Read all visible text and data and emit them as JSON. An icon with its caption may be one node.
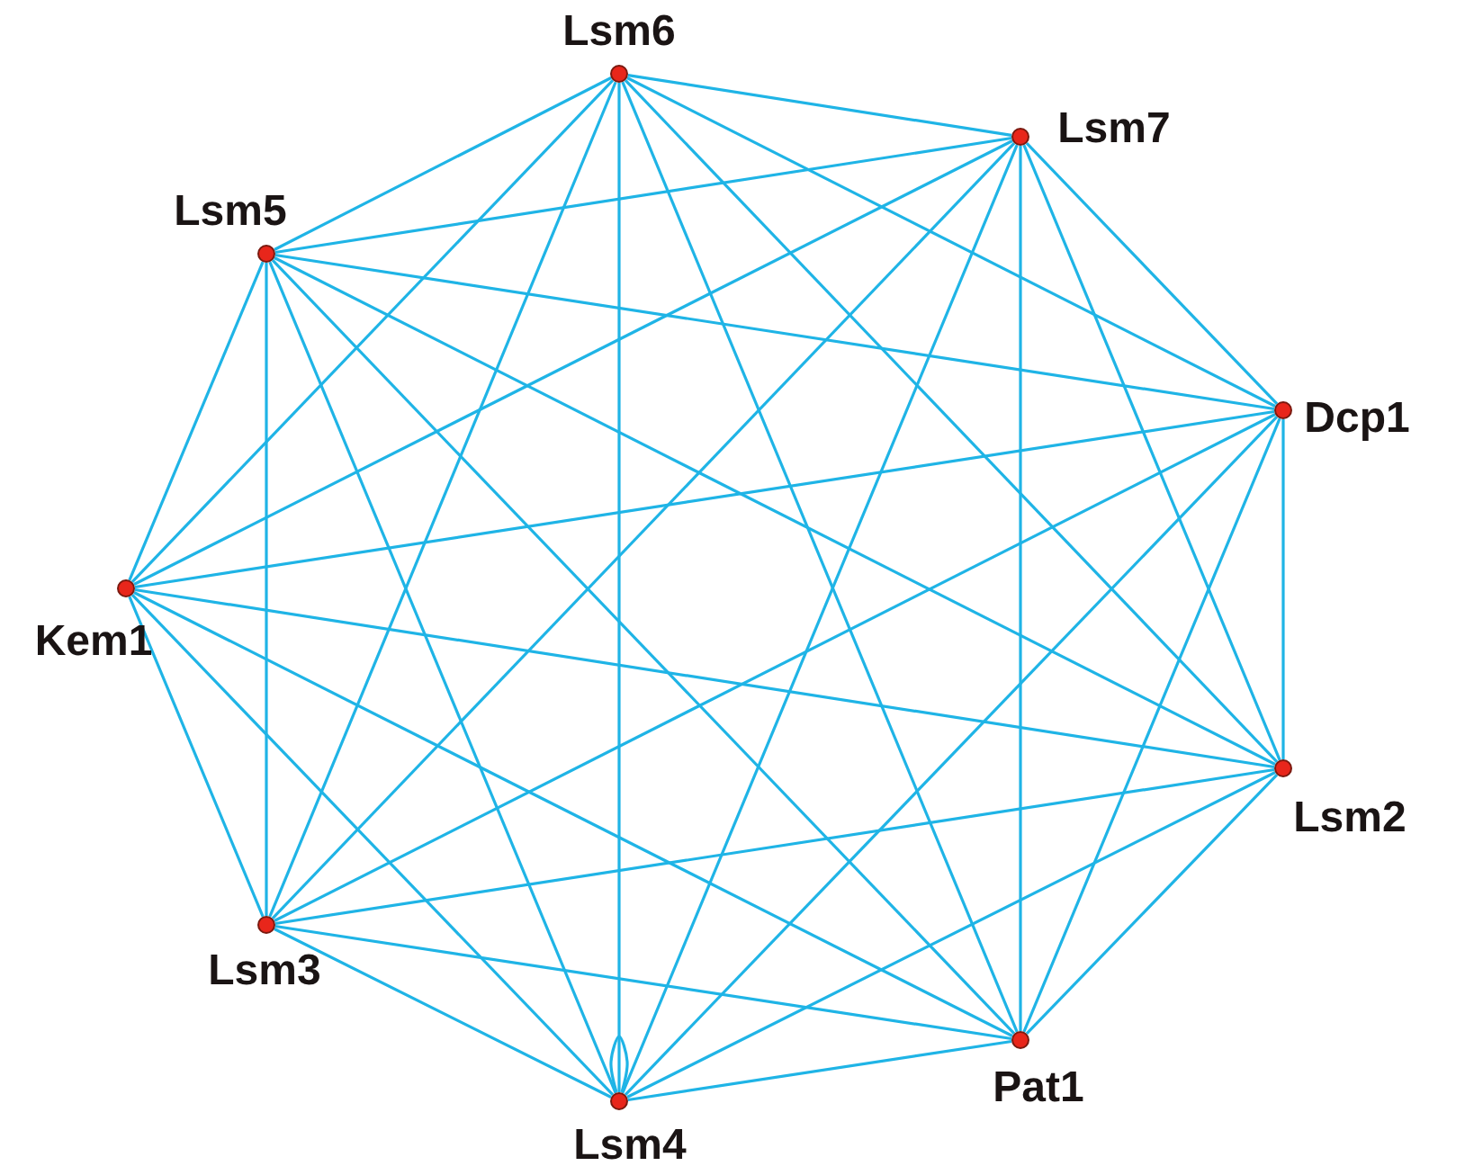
{
  "diagram": {
    "nodes": [
      {
        "text": [
          "Lsm6"
        ]
      },
      {
        "text": [
          "Lsm7"
        ]
      },
      {
        "text": [
          "Lsm5"
        ]
      },
      {
        "text": [
          "Dcp1"
        ]
      },
      {
        "text": [
          "Kem1"
        ]
      },
      {
        "text": [
          "Lsm2"
        ]
      },
      {
        "text": [
          "Lsm3"
        ]
      },
      {
        "text": [
          "Pat1"
        ]
      },
      {
        "text": [
          "Lsm4"
        ]
      }
    ],
    "edges": [
      {
        "from": 0,
        "to": 1,
        "arrow": "none"
      },
      {
        "from": 0,
        "to": 2,
        "arrow": "none"
      },
      {
        "from": 0,
        "to": 3,
        "arrow": "none"
      },
      {
        "from": 0,
        "to": 4,
        "arrow": "none"
      },
      {
        "from": 0,
        "to": 5,
        "arrow": "none"
      },
      {
        "from": 0,
        "to": 6,
        "arrow": "none"
      },
      {
        "from": 0,
        "to": 7,
        "arrow": "none"
      },
      {
        "from": 0,
        "to": 8,
        "arrow": "none"
      },
      {
        "from": 1,
        "to": 2,
        "arrow": "none"
      },
      {
        "from": 1,
        "to": 3,
        "arrow": "none"
      },
      {
        "from": 1,
        "to": 4,
        "arrow": "none"
      },
      {
        "from": 1,
        "to": 5,
        "arrow": "none"
      },
      {
        "from": 1,
        "to": 6,
        "arrow": "none"
      },
      {
        "from": 1,
        "to": 7,
        "arrow": "none"
      },
      {
        "from": 1,
        "to": 8,
        "arrow": "none"
      },
      {
        "from": 2,
        "to": 3,
        "arrow": "none"
      },
      {
        "from": 2,
        "to": 4,
        "arrow": "none"
      },
      {
        "from": 2,
        "to": 5,
        "arrow": "none"
      },
      {
        "from": 2,
        "to": 6,
        "arrow": "none"
      },
      {
        "from": 2,
        "to": 7,
        "arrow": "none"
      },
      {
        "from": 2,
        "to": 8,
        "arrow": "none"
      },
      {
        "from": 3,
        "to": 4,
        "arrow": "none"
      },
      {
        "from": 3,
        "to": 5,
        "arrow": "none"
      },
      {
        "from": 3,
        "to": 6,
        "arrow": "none"
      },
      {
        "from": 3,
        "to": 7,
        "arrow": "none"
      },
      {
        "from": 3,
        "to": 8,
        "arrow": "none"
      },
      {
        "from": 4,
        "to": 5,
        "arrow": "none"
      },
      {
        "from": 4,
        "to": 6,
        "arrow": "none"
      },
      {
        "from": 4,
        "to": 7,
        "arrow": "none"
      },
      {
        "from": 4,
        "to": 8,
        "arrow": "none"
      },
      {
        "from": 5,
        "to": 6,
        "arrow": "none"
      },
      {
        "from": 5,
        "to": 7,
        "arrow": "none"
      },
      {
        "from": 5,
        "to": 8,
        "arrow": "none"
      },
      {
        "from": 6,
        "to": 7,
        "arrow": "none"
      },
      {
        "from": 6,
        "to": 8,
        "arrow": "none"
      },
      {
        "from": 7,
        "to": 8,
        "arrow": "none"
      },
      {
        "from": 8,
        "to": 8,
        "arrow": "none"
      }
    ]
  }
}
